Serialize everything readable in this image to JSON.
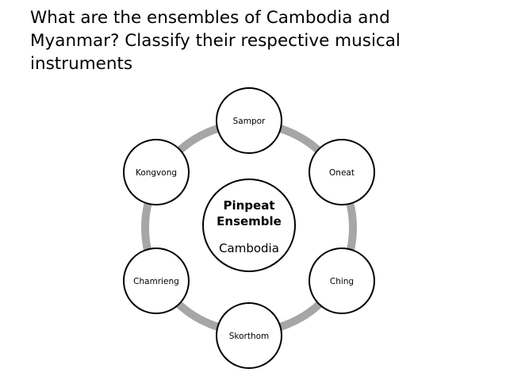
{
  "slide": {
    "title": "What are the ensembles of Cambodia and Myanmar? Classify their respective musical instruments"
  },
  "diagram": {
    "center": {
      "name_line1": "Pinpeat",
      "name_line2": "Ensemble",
      "country": "Cambodia"
    },
    "nodes": [
      {
        "label": "Sampor"
      },
      {
        "label": "Oneat"
      },
      {
        "label": "Ching"
      },
      {
        "label": "Skorthom"
      },
      {
        "label": "Chamrieng"
      },
      {
        "label": "Kongvong"
      }
    ],
    "colors": {
      "ring": "#a6a6a6",
      "circle_stroke": "#000000",
      "circle_fill": "#ffffff"
    }
  }
}
